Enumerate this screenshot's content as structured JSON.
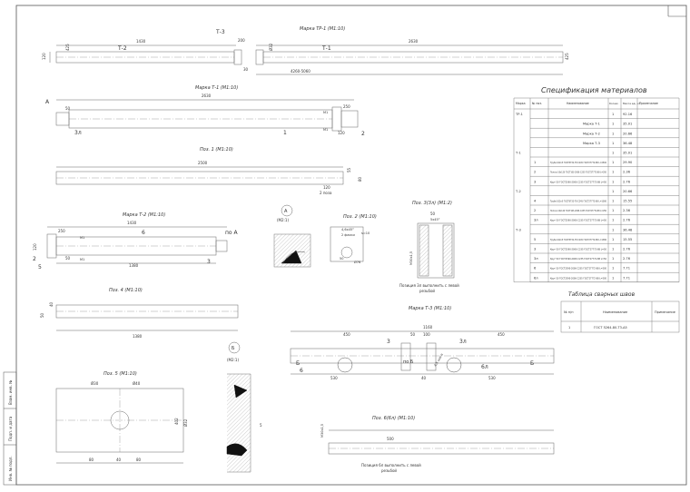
{
  "views": {
    "tr1": {
      "title": "Марка ТР-1 (М1:10)",
      "t3": "Т-3",
      "t2": "Т-2",
      "t1": "Т-1",
      "d1430": "1430",
      "d2630": "2630",
      "d200": "200",
      "d30": "30",
      "d120": "120",
      "d4260": "4260-5060",
      "d25a": "425",
      "d25b": "425",
      "d25c": "Ø32"
    },
    "t1": {
      "title": "Марка Т-1 (М1:10)",
      "A": "А",
      "d50": "50",
      "d2630": "2630",
      "d250": "250",
      "d120": "120",
      "mr1a": "М1",
      "mr1b": "М1",
      "n3": "3л",
      "n1": "1",
      "n2": "2"
    },
    "p1": {
      "title": "Поз. 1 (М1:10)",
      "d2500": "2500",
      "d120": "120",
      "two": "2 поза",
      "d55": "55",
      "d80": "80"
    },
    "t2": {
      "title": "Марка Т-2 (М1:10)",
      "d1430": "1430",
      "d250": "250",
      "n6": "6",
      "poA": "по А",
      "mr1a": "М1",
      "mr1b": "М1",
      "d50": "50",
      "d120": "120",
      "d1380": "1380",
      "n2": "2",
      "n5": "5",
      "n3": "3"
    },
    "p4": {
      "title": "Поз. 4 (М1:10)",
      "d1380": "1380",
      "d40": "40",
      "d50": "50"
    },
    "A": {
      "label": "А",
      "scale": "(М2:1)"
    },
    "p2": {
      "title": "Поз. 2 (М1:10)",
      "ch": "4,6х45°",
      "two": "2 фаски",
      "s10": "s=10",
      "d50": "50",
      "d76": "Ø76"
    },
    "p3": {
      "title": "Поз. 3(3л) (М1:2)",
      "d50": "50",
      "ch": "5х45°",
      "thread": "М30х1,5",
      "note": "Позиция 3л выполнить с левой резьбой"
    },
    "t3": {
      "title": "Марка Т-3 (М1:10)",
      "d1160": "1160",
      "d450a": "450",
      "d450b": "450",
      "d50": "50",
      "d100": "100",
      "n3": "3",
      "n3l": "3л",
      "B": "Б",
      "Bb": "Б",
      "poB": "по Б",
      "n6": "6",
      "n6l": "6л",
      "d530a": "530",
      "d530b": "530",
      "d40": "40",
      "d45": "4,5 шага"
    },
    "p5": {
      "title": "Поз. 5 (М1:10)",
      "d30": "Ø30",
      "d40": "Ø40",
      "d402": "402",
      "d80a": "80",
      "d80b": "80",
      "d40b": "40",
      "n": "Ø32"
    },
    "B": {
      "label": "Б",
      "scale": "(М2:1)"
    },
    "p6": {
      "title": "Поз. 6(6л) (М1:10)",
      "d500": "500",
      "thread": "М30х1,5",
      "note": "Позиция 6л выполнить с левой резьбой"
    }
  },
  "spec": {
    "title": "Спецификация материалов",
    "headers": [
      "Марка",
      "№ поз.",
      "Наименование",
      "Кол-во",
      "Масса ед., кг",
      "Примечание"
    ],
    "rows": [
      {
        "mark": "ТР-1",
        "pos": "",
        "name": "",
        "qty": "1",
        "mass": "92.16"
      },
      {
        "mark": "",
        "pos": "",
        "name": "Марка Т-1",
        "qty": "1",
        "mass": "35.01"
      },
      {
        "mark": "",
        "pos": "",
        "name": "Марка Т-2",
        "qty": "1",
        "mass": "20.66"
      },
      {
        "mark": "",
        "pos": "",
        "name": "Марка Т-3",
        "qty": "1",
        "mass": "36.48"
      },
      {
        "mark": "Т-1",
        "pos": "",
        "name": "",
        "qty": "1",
        "mass": "35.01"
      },
      {
        "mark": "",
        "pos": "1",
        "name": "Труба 102х5 ГОСТ8732-78 С245 ГОСТ27772-88 L=2500",
        "qty": "1",
        "mass": "29.90"
      },
      {
        "mark": "",
        "pos": "2",
        "name": "Полоса 10х120 ГОСТ103-2006 С235 ГОСТ27772-88 L=250",
        "qty": "1",
        "mass": "2.36"
      },
      {
        "mark": "",
        "pos": "3",
        "name": "Круг 50 ГОСТ2590-2006 С235 ГОСТ27772-88 L=50",
        "qty": "1",
        "mass": "2.76"
      },
      {
        "mark": "Т-2",
        "pos": "",
        "name": "",
        "qty": "1",
        "mass": "20.66"
      },
      {
        "mark": "",
        "pos": "4",
        "name": "Труба 102х5 ГОСТ8732-78 С245 ГОСТ27772-88 L=1380",
        "qty": "1",
        "mass": "15.55"
      },
      {
        "mark": "",
        "pos": "2",
        "name": "Полоса 10х120 ГОСТ103-2006 С235 ГОСТ27772-88 L=250",
        "qty": "1",
        "mass": "2.36"
      },
      {
        "mark": "",
        "pos": "3л",
        "name": "Круг 50 ГОСТ2590-2006 С235 ГОСТ27772-88 L=50",
        "qty": "1",
        "mass": "2.76"
      },
      {
        "mark": "Т-3",
        "pos": "",
        "name": "",
        "qty": "1",
        "mass": "36.48"
      },
      {
        "mark": "",
        "pos": "5",
        "name": "Труба 102х5 ГОСТ8732-78 С245 ГОСТ27772-88 L=1380",
        "qty": "1",
        "mass": "15.55"
      },
      {
        "mark": "",
        "pos": "3",
        "name": "Круг 50 ГОСТ2590-2006 С235 ГОСТ27772-88 L=50",
        "qty": "1",
        "mass": "2.76"
      },
      {
        "mark": "",
        "pos": "3л",
        "name": "Круг 50 ГОСТ2590-2006 С235 ГОСТ27772-88 L=50",
        "qty": "1",
        "mass": "2.76"
      },
      {
        "mark": "",
        "pos": "6",
        "name": "Круг 50 ГОСТ2590-2006 С235 ГОСТ27772-88 L=500",
        "qty": "1",
        "mass": "7.71"
      },
      {
        "mark": "",
        "pos": "6л",
        "name": "Круг 50 ГОСТ2590-2006 С235 ГОСТ27772-88 L=500",
        "qty": "1",
        "mass": "7.71"
      }
    ]
  },
  "welds": {
    "title": "Таблица сварных швов",
    "headers": [
      "№ п/п",
      "Наименование",
      "Примечание"
    ],
    "rows": [
      {
        "n": "1",
        "name": "ГОСТ 5264-80-Т3-Δ5",
        "note": ""
      }
    ]
  },
  "side": [
    "Инв. № подл.",
    "Подп. и дата",
    "Взам. инв. №"
  ]
}
